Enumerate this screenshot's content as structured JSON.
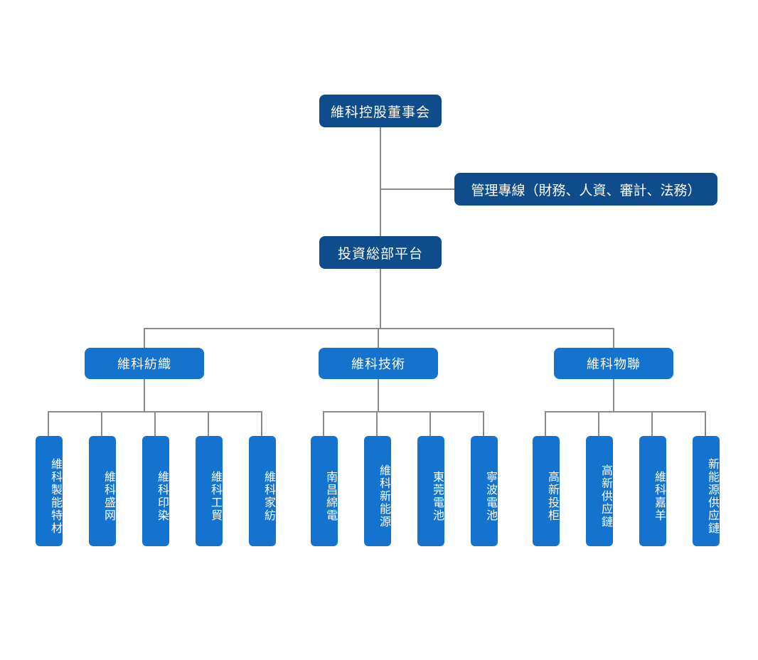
{
  "chart_data": {
    "type": "diagram",
    "title": "",
    "diagram_kind": "organizational-chart",
    "orientation": "top-down",
    "colors": {
      "level1_box": "#0f4c8c",
      "level2_box": "#1573d0",
      "leaf_box": "#1573d0",
      "connector": "#8c8c8c",
      "text": "#ffffff",
      "background": "#ffffff"
    },
    "nodes": {
      "root": "維科控股董事会",
      "staff_line": "管理專線（財務、人資、審計、法務）",
      "platform": "投資総部平台",
      "divisions": [
        {
          "label": "維科紡織",
          "children": [
            "維科製能特材",
            "維科盛网",
            "維科印染",
            "維科工貿",
            "維科家紡"
          ]
        },
        {
          "label": "維科技術",
          "children": [
            "南昌綿電",
            "維科新能源",
            "東莞電池",
            "寧波電池"
          ]
        },
        {
          "label": "維科物聯",
          "children": [
            "高新投柜",
            "高新供应鏈",
            "維科嘉羊",
            "新能源供应鏈"
          ]
        }
      ]
    }
  },
  "nodes": {
    "root": "維科控股董事会",
    "staff_line": "管理專線（財務、人資、審計、法務）",
    "platform": "投資総部平台"
  },
  "divisions": [
    {
      "label": "維科紡織"
    },
    {
      "label": "維科技術"
    },
    {
      "label": "維科物聯"
    }
  ],
  "leaves": [
    {
      "label": "維科製能特材"
    },
    {
      "label": "維科盛网"
    },
    {
      "label": "維科印染"
    },
    {
      "label": "維科工貿"
    },
    {
      "label": "維科家紡"
    },
    {
      "label": "南昌綿電"
    },
    {
      "label": "維科新能源"
    },
    {
      "label": "東莞電池"
    },
    {
      "label": "寧波電池"
    },
    {
      "label": "高新投柜"
    },
    {
      "label": "高新供应鏈"
    },
    {
      "label": "維科嘉羊"
    },
    {
      "label": "新能源供应鏈"
    }
  ]
}
